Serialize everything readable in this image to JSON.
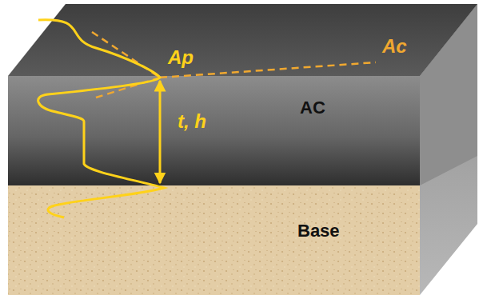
{
  "diagram": {
    "nodes": [
      {
        "text": [
          "AC"
        ]
      },
      {
        "text": [
          "Base"
        ]
      }
    ],
    "labels": [
      "Ap",
      "Ac",
      "t, h"
    ]
  }
}
